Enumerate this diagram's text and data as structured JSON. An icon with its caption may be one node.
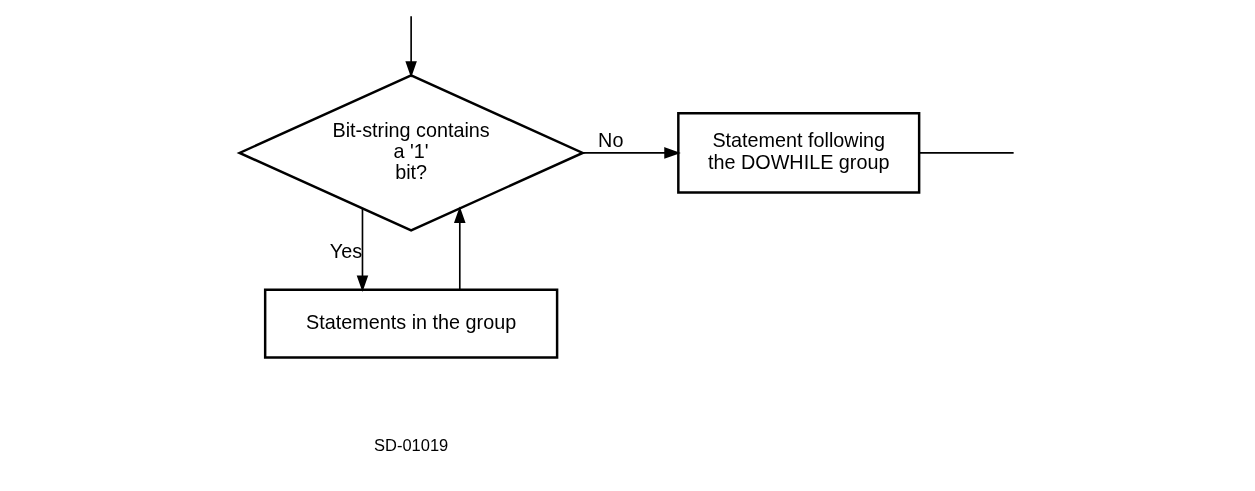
{
  "diagram": {
    "nodes": [
      {
        "text": [
          "Bit-string contains a '1' bit?"
        ]
      },
      {
        "text": [
          "Statements in the group"
        ]
      },
      {
        "text": [
          "Statement following the DOWHILE group"
        ]
      }
    ],
    "edges": [
      {
        "from": null,
        "to": 0,
        "arrow": "to"
      },
      {
        "from": 0,
        "to": 2,
        "label": "No",
        "arrow": "to"
      },
      {
        "from": 0,
        "to": 1,
        "label": "Yes",
        "arrow": "to"
      },
      {
        "from": 1,
        "to": 0,
        "arrow": "to"
      },
      {
        "from": 2,
        "to": null,
        "arrow": "none"
      }
    ],
    "labels": [
      "SD-01019"
    ]
  }
}
